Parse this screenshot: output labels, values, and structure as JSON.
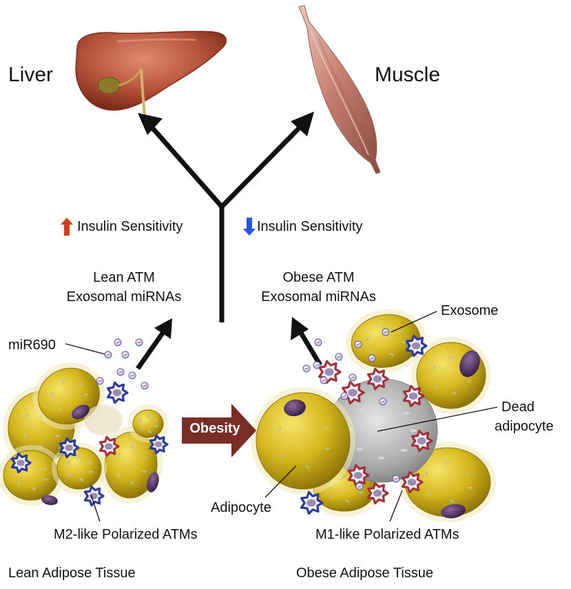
{
  "organs": {
    "liver": "Liver",
    "muscle": "Muscle"
  },
  "sensitivity": {
    "left": "Insulin Sensitivity",
    "right": "Insulin Sensitivity",
    "left_arrow_color": "#d83a1c",
    "right_arrow_color": "#2553e6"
  },
  "miRNA": {
    "lean_line1": "Lean ATM",
    "lean_line2": "Exosomal miRNAs",
    "obese_line1": "Obese ATM",
    "obese_line2": "Exosomal miRNAs"
  },
  "callouts": {
    "mir690": "miR690",
    "exosome": "Exosome",
    "dead_line1": "Dead",
    "dead_line2": "adipocyte",
    "adipocyte": "Adipocyte",
    "m2": "M2-like Polarized ATMs",
    "m1": "M1-like Polarized ATMs"
  },
  "transition": {
    "label": "Obesity",
    "color": "#7a2d25"
  },
  "captions": {
    "lean": "Lean Adipose Tissue",
    "obese": "Obese Adipose Tissue"
  },
  "colors": {
    "adipocyte_fill": "#d4b61c",
    "m2_macrophage": "#2c3a9e",
    "m1_macrophage": "#a3313a",
    "nucleus": "#4a2a5a",
    "liver": "#b4533a",
    "muscle": "#c78070"
  }
}
